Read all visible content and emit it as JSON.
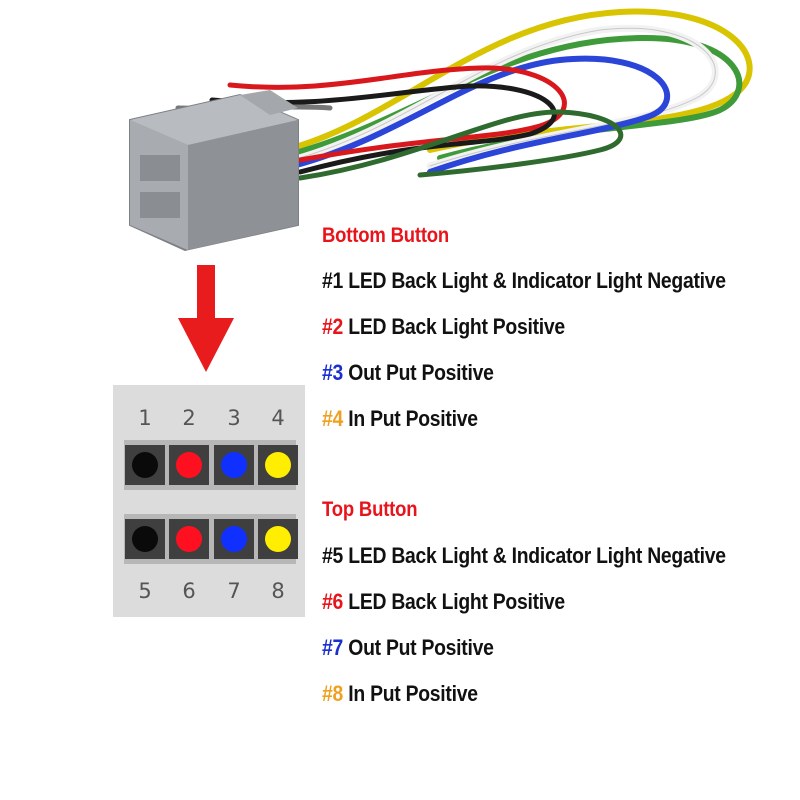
{
  "colors": {
    "bottom_heading": "#e8141b",
    "top_heading": "#e8141b",
    "pin_black": "#0a0a0a",
    "pin_red": "#ff1020",
    "pin_blue": "#1030ff",
    "pin_yellow": "#ffee00",
    "arrow": "#e81c1c",
    "num_black": "#111111",
    "num_red": "#e8141b",
    "num_blue": "#1a2fcf",
    "num_orange": "#f0a020"
  },
  "pin_numbers_top": [
    "1",
    "2",
    "3",
    "4"
  ],
  "pin_numbers_bottom": [
    "5",
    "6",
    "7",
    "8"
  ],
  "pin_dot_colors": [
    "black",
    "red",
    "blue",
    "yellow"
  ],
  "bottom_button": {
    "heading": "Bottom Button",
    "items": [
      {
        "num": "#1",
        "num_color": "black",
        "text": "LED Back Light & Indicator Light Negative"
      },
      {
        "num": "#2",
        "num_color": "red",
        "text": "LED Back Light Positive"
      },
      {
        "num": "#3",
        "num_color": "blue",
        "text": "Out Put Positive"
      },
      {
        "num": "#4",
        "num_color": "orange",
        "text": "In Put Positive"
      }
    ]
  },
  "top_button": {
    "heading": "Top Button",
    "items": [
      {
        "num": "#5",
        "num_color": "black",
        "text": "LED Back Light & Indicator Light Negative"
      },
      {
        "num": "#6",
        "num_color": "red",
        "text": "LED Back Light Positive"
      },
      {
        "num": "#7",
        "num_color": "blue",
        "text": "Out Put Positive"
      },
      {
        "num": "#8",
        "num_color": "orange",
        "text": "In Put Positive"
      }
    ]
  }
}
